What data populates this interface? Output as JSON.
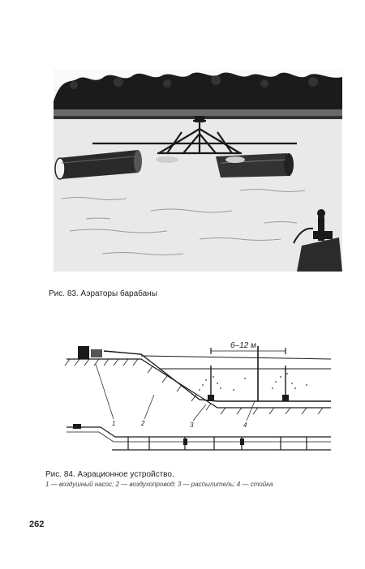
{
  "figure83": {
    "caption": "Рис. 83. Аэраторы барабаны"
  },
  "figure84": {
    "caption": "Рис. 84. Аэрационное устройство.",
    "legend": "1 — воздушный насос; 2 — воздухопровод; 3 — распылитель; 4 — стойка",
    "dimension_label": "6–12 м",
    "callouts": [
      "1",
      "2",
      "3",
      "4"
    ]
  },
  "page": {
    "number": "262"
  },
  "colors": {
    "ink": "#1a1a1a",
    "paper": "#ffffff"
  }
}
